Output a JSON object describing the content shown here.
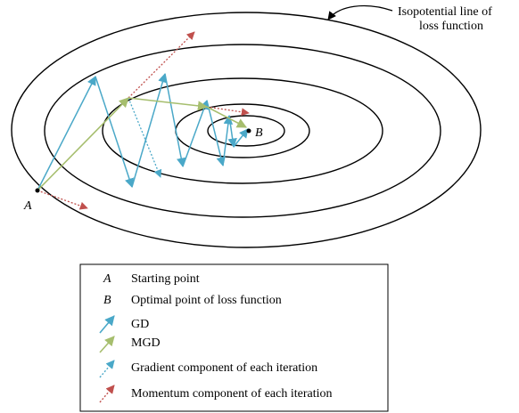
{
  "diagram": {
    "callout": {
      "line1": "Isopotential line of",
      "line2": "loss function"
    },
    "points": {
      "start": "A",
      "optimal": "B"
    },
    "legend": {
      "items": [
        {
          "symbol": "A",
          "label": "Starting point"
        },
        {
          "symbol": "B",
          "label": "Optimal point of loss function"
        },
        {
          "symbol": "",
          "label": "GD"
        },
        {
          "symbol": "",
          "label": "MGD"
        },
        {
          "symbol": "",
          "label": "Gradient component of each iteration"
        },
        {
          "symbol": "",
          "label": "Momentum component of each iteration"
        }
      ]
    },
    "colors": {
      "gd": "#4aa8c8",
      "mgd": "#a6be6e",
      "gradient_component": "#4aa8c8",
      "momentum_component": "#c0504d",
      "contour": "#000000"
    }
  }
}
